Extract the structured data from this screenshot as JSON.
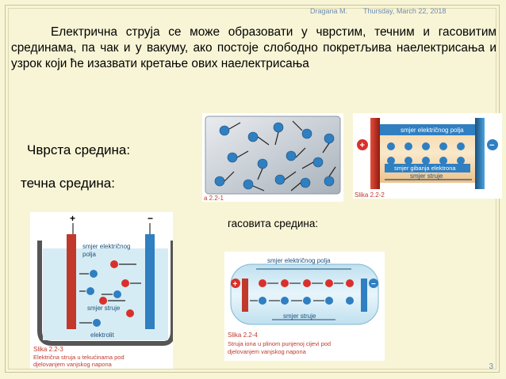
{
  "header": {
    "author": "Dragana M.",
    "date": "Thursday, March 22, 2018"
  },
  "body": {
    "paragraph": "Електрична струја се може образовати у чврстим, течним и гасовитим срединама, па чак и у вакуму, ако постоје слободно покретљива наелектрисања и узрок који ће изазвати кретање ових наелектрисања"
  },
  "labels": {
    "solid": "Чврста средина:",
    "liquid": "течна средина:",
    "gas": "гасовита средина:"
  },
  "figures": {
    "solid_random": {
      "caption": "a 2.2-1"
    },
    "solid_field": {
      "field_label": "smjer električnog polja",
      "electron_label": "smjer gibanja elektrona",
      "current_label": "smjer struje",
      "caption": "Slika 2.2-2"
    },
    "liquid": {
      "field_label_1": "smjer električnog",
      "field_label_2": "polja",
      "current_label": "smjer struje",
      "electrolyte_label": "elektrolit",
      "caption_title": "Slika 2.2-3",
      "caption_line1": "Električna struja u tekućinama pod",
      "caption_line2": "djelovanjem vanjskog napona"
    },
    "gas": {
      "field_label": "smjer električnog polja",
      "current_label": "smjer struje",
      "caption_title": "Slika 2.2-4",
      "caption_line1": "Struja iona u plinom punjenoj cijevi pod",
      "caption_line2": "djelovanjem vanjskog napona"
    }
  },
  "footer": {
    "page_number": "3"
  },
  "colors": {
    "background": "#f8f5d6",
    "header_text": "#6e8db5",
    "caption_red": "#c0392b",
    "ion_blue": "#2f7fc1",
    "ion_red": "#d9302c"
  }
}
